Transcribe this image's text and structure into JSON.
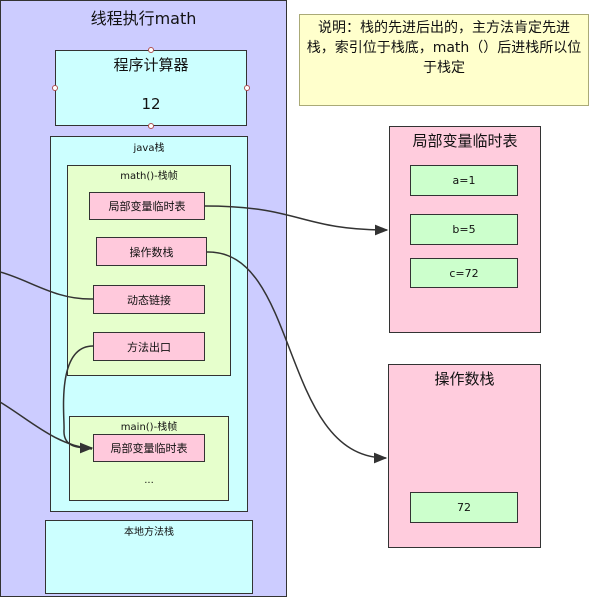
{
  "thread": {
    "title": "线程执行math",
    "pc": {
      "title": "程序计算器",
      "value": "12"
    },
    "java_stack": {
      "title": "java栈",
      "math_frame": {
        "title": "math()-栈帧",
        "items": [
          "局部变量临时表",
          "操作数栈",
          "动态链接",
          "方法出口"
        ]
      },
      "main_frame": {
        "title": "main()-栈帧",
        "item": "局部变量临时表",
        "more": "..."
      }
    },
    "native_stack": {
      "title": "本地方法栈"
    }
  },
  "note": {
    "text": "说明：栈的先进后出的，主方法肯定先进栈，索引位于栈底，math（）后进栈所以位于栈定"
  },
  "local_vars": {
    "title": "局部变量临时表",
    "items": [
      "a=1",
      "b=5",
      "c=72"
    ]
  },
  "operand_stack": {
    "title": "操作数栈",
    "items": [
      "72"
    ]
  },
  "colors": {
    "thread_bg": "#ccccff",
    "cyan": "#ccffff",
    "green_frame": "#e6ffcc",
    "pink": "#ffccdd",
    "green_cell": "#ccffcc",
    "note_bg": "#ffffcc"
  }
}
